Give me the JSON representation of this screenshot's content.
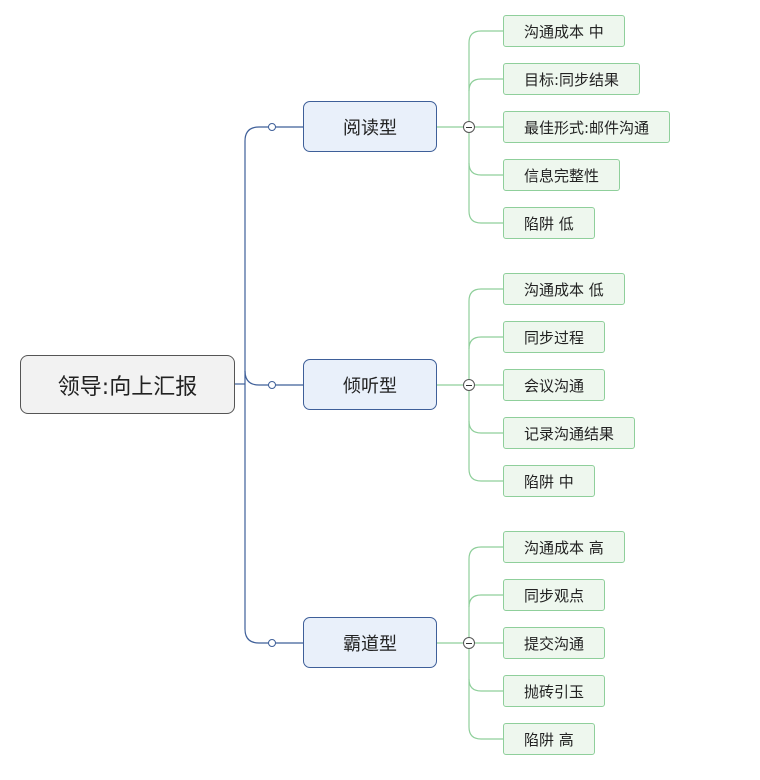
{
  "root": {
    "label": "领导:向上汇报"
  },
  "branches": [
    {
      "label": "阅读型",
      "leaves": [
        "沟通成本 中",
        "目标:同步结果",
        "最佳形式:邮件沟通",
        "信息完整性",
        "陷阱 低"
      ]
    },
    {
      "label": "倾听型",
      "leaves": [
        "沟通成本 低",
        "同步过程",
        "会议沟通",
        "记录沟通结果",
        "陷阱 中"
      ]
    },
    {
      "label": "霸道型",
      "leaves": [
        "沟通成本 高",
        "同步观点",
        "提交沟通",
        "抛砖引玉",
        "陷阱 高"
      ]
    }
  ],
  "colors": {
    "root_border": "#555555",
    "branch_line": "#3e5f99",
    "leaf_line": "#8fcf9b"
  }
}
